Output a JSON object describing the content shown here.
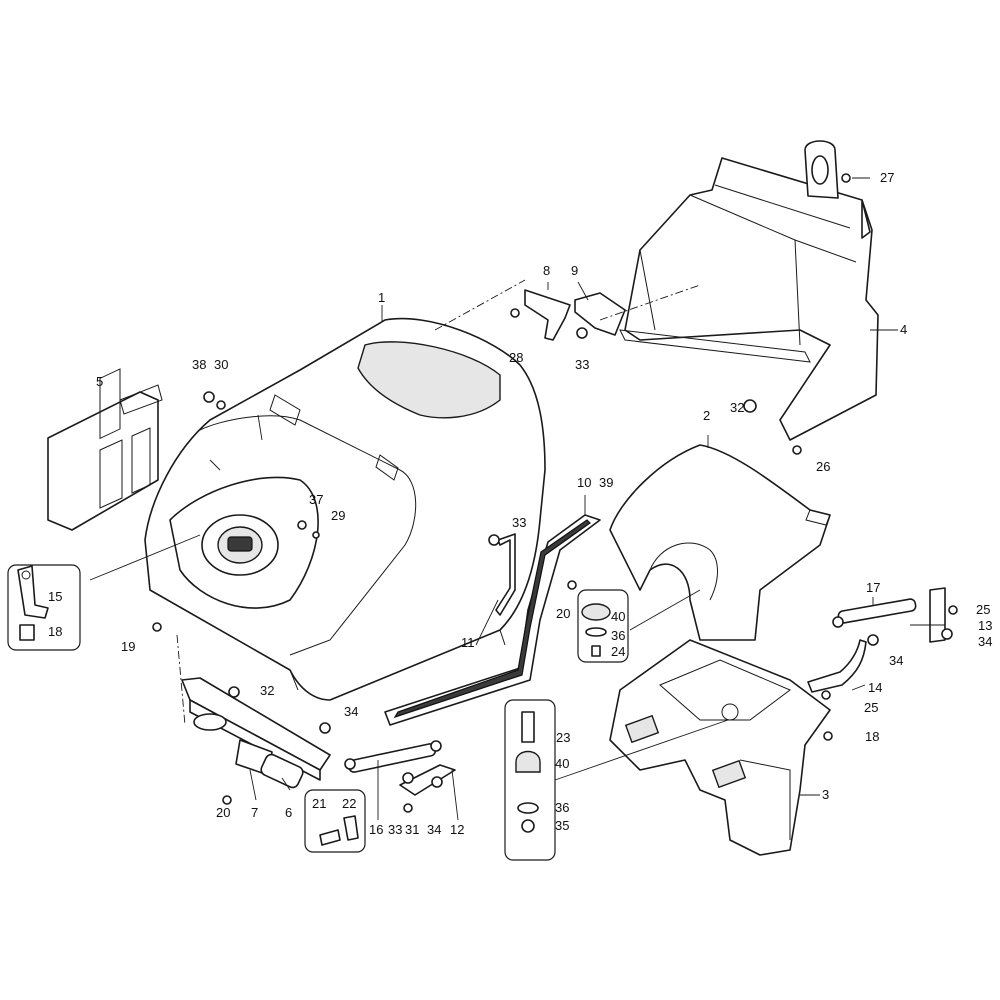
{
  "labels": [
    {
      "id": "1",
      "text": "1"
    },
    {
      "id": "2",
      "text": "2"
    },
    {
      "id": "3",
      "text": "3"
    },
    {
      "id": "4",
      "text": "4"
    },
    {
      "id": "5",
      "text": "5"
    },
    {
      "id": "6",
      "text": "6"
    },
    {
      "id": "7",
      "text": "7"
    },
    {
      "id": "8",
      "text": "8"
    },
    {
      "id": "9",
      "text": "9"
    },
    {
      "id": "10",
      "text": "10"
    },
    {
      "id": "11",
      "text": "11"
    },
    {
      "id": "12",
      "text": "12"
    },
    {
      "id": "13",
      "text": "13"
    },
    {
      "id": "14",
      "text": "14"
    },
    {
      "id": "15",
      "text": "15"
    },
    {
      "id": "16",
      "text": "16"
    },
    {
      "id": "17",
      "text": "17"
    },
    {
      "id": "18a",
      "text": "18"
    },
    {
      "id": "18b",
      "text": "18"
    },
    {
      "id": "19",
      "text": "19"
    },
    {
      "id": "20a",
      "text": "20"
    },
    {
      "id": "20b",
      "text": "20"
    },
    {
      "id": "21",
      "text": "21"
    },
    {
      "id": "22",
      "text": "22"
    },
    {
      "id": "23",
      "text": "23"
    },
    {
      "id": "24",
      "text": "24"
    },
    {
      "id": "25a",
      "text": "25"
    },
    {
      "id": "25b",
      "text": "25"
    },
    {
      "id": "26",
      "text": "26"
    },
    {
      "id": "27",
      "text": "27"
    },
    {
      "id": "28",
      "text": "28"
    },
    {
      "id": "29",
      "text": "29"
    },
    {
      "id": "30",
      "text": "30"
    },
    {
      "id": "31",
      "text": "31"
    },
    {
      "id": "32a",
      "text": "32"
    },
    {
      "id": "32b",
      "text": "32"
    },
    {
      "id": "33a",
      "text": "33"
    },
    {
      "id": "33b",
      "text": "33"
    },
    {
      "id": "33c",
      "text": "33"
    },
    {
      "id": "34a",
      "text": "34"
    },
    {
      "id": "34b",
      "text": "34"
    },
    {
      "id": "34c",
      "text": "34"
    },
    {
      "id": "34d",
      "text": "34"
    },
    {
      "id": "35",
      "text": "35"
    },
    {
      "id": "36a",
      "text": "36"
    },
    {
      "id": "36b",
      "text": "36"
    },
    {
      "id": "37",
      "text": "37"
    },
    {
      "id": "38",
      "text": "38"
    },
    {
      "id": "39",
      "text": "39"
    },
    {
      "id": "40a",
      "text": "40"
    },
    {
      "id": "40b",
      "text": "40"
    }
  ]
}
